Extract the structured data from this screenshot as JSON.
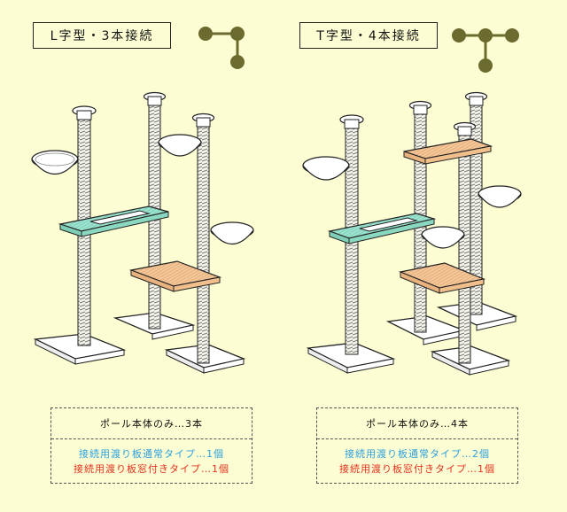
{
  "colors": {
    "background": "#fcfdd2",
    "connector": "#6b6b2f",
    "window_board": "#9ee3cf",
    "standard_board": "#f3c79a",
    "normal_text": "#2b9fe0",
    "window_text": "#e6301f"
  },
  "left": {
    "title": "L字型・3本接続",
    "connector_icon": "l-shape-connector-icon",
    "poles_label": "ポール本体のみ…3本",
    "board_standard": "接続用渡り板通常タイプ…1個",
    "board_window": "接続用渡り板窓付きタイプ…1個"
  },
  "right": {
    "title": "T字型・4本接続",
    "connector_icon": "t-shape-connector-icon",
    "poles_label": "ポール本体のみ…4本",
    "board_standard": "接続用渡り板通常タイプ…2個",
    "board_window": "接続用渡り板窓付きタイプ…1個"
  }
}
